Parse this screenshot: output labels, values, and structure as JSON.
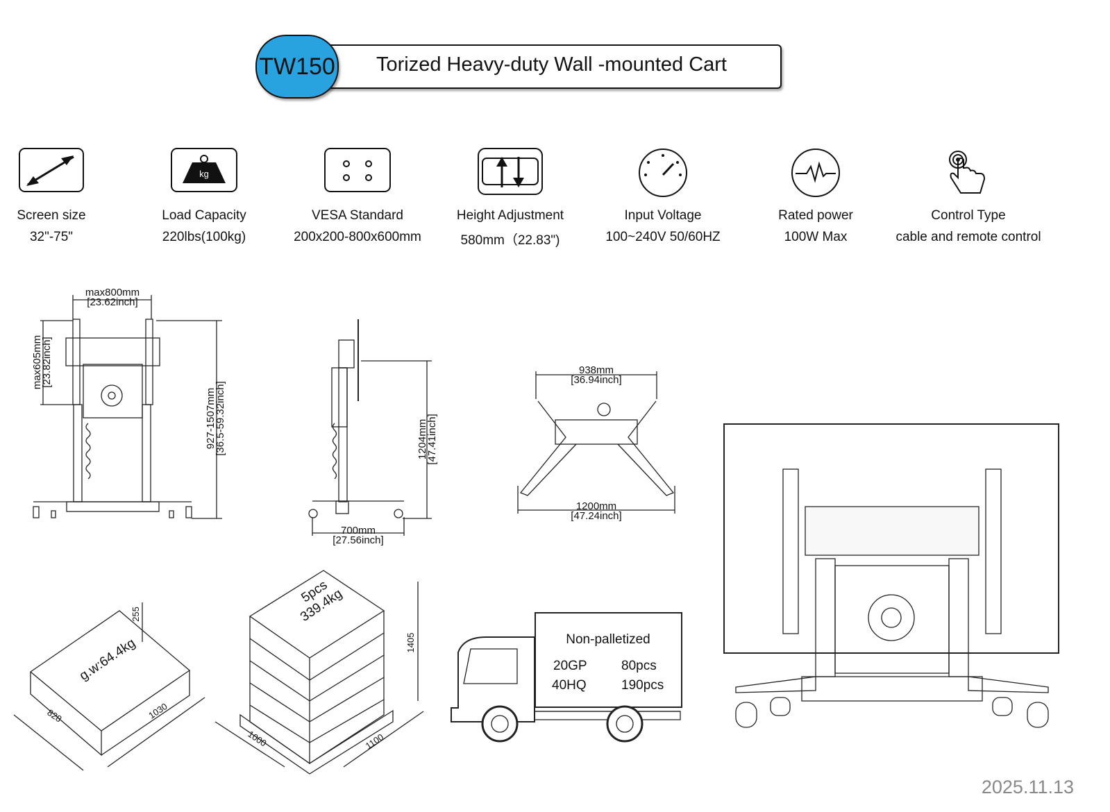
{
  "header": {
    "model": "TW150",
    "title": "Torized Heavy-duty Wall -mounted Cart"
  },
  "specs": [
    {
      "icon": "screen-size-icon",
      "label": "Screen size",
      "value": "32\"-75\""
    },
    {
      "icon": "weight-icon",
      "icon_text": "kg",
      "label": "Load Capacity",
      "value": "220lbs(100kg)"
    },
    {
      "icon": "vesa-icon",
      "label": "VESA Standard",
      "value": "200x200-800x600mm"
    },
    {
      "icon": "height-adjust-icon",
      "label": "Height Adjustment",
      "value": "580mm（22.83\")"
    },
    {
      "icon": "gauge-icon",
      "label": "Input Voltage",
      "value": "100~240V 50/60HZ"
    },
    {
      "icon": "pulse-icon",
      "label": "Rated power",
      "value": "100W Max"
    },
    {
      "icon": "touch-icon",
      "label": "Control Type",
      "value": "cable and remote control"
    }
  ],
  "dimensions": {
    "front_width": "max800mm",
    "front_width_in": "[23.62inch]",
    "front_vesa_h": "max605mm",
    "front_vesa_h_in": "[23.82inch]",
    "front_height": "927-1507mm",
    "front_height_in": "[36.5-59.32inch]",
    "side_height": "1204mm",
    "side_height_in": "[47.41inch]",
    "side_depth": "700mm",
    "side_depth_in": "[27.56inch]",
    "base_top": "938mm",
    "base_top_in": "[36.94inch]",
    "base_bottom": "1200mm",
    "base_bottom_in": "[47.24inch]"
  },
  "package": {
    "weight": "g.w:64.4kg",
    "len": "1030",
    "wid": "828",
    "hgt": "255"
  },
  "pallet": {
    "qty": "5pcs",
    "weight": "339.4kg",
    "len": "1100",
    "wid": "1000",
    "hgt": "1405"
  },
  "shipping": {
    "title": "Non-palletized",
    "rows": [
      {
        "container": "20GP",
        "qty": "80pcs"
      },
      {
        "container": "40HQ",
        "qty": "190pcs"
      }
    ]
  },
  "date": "2025.11.13"
}
